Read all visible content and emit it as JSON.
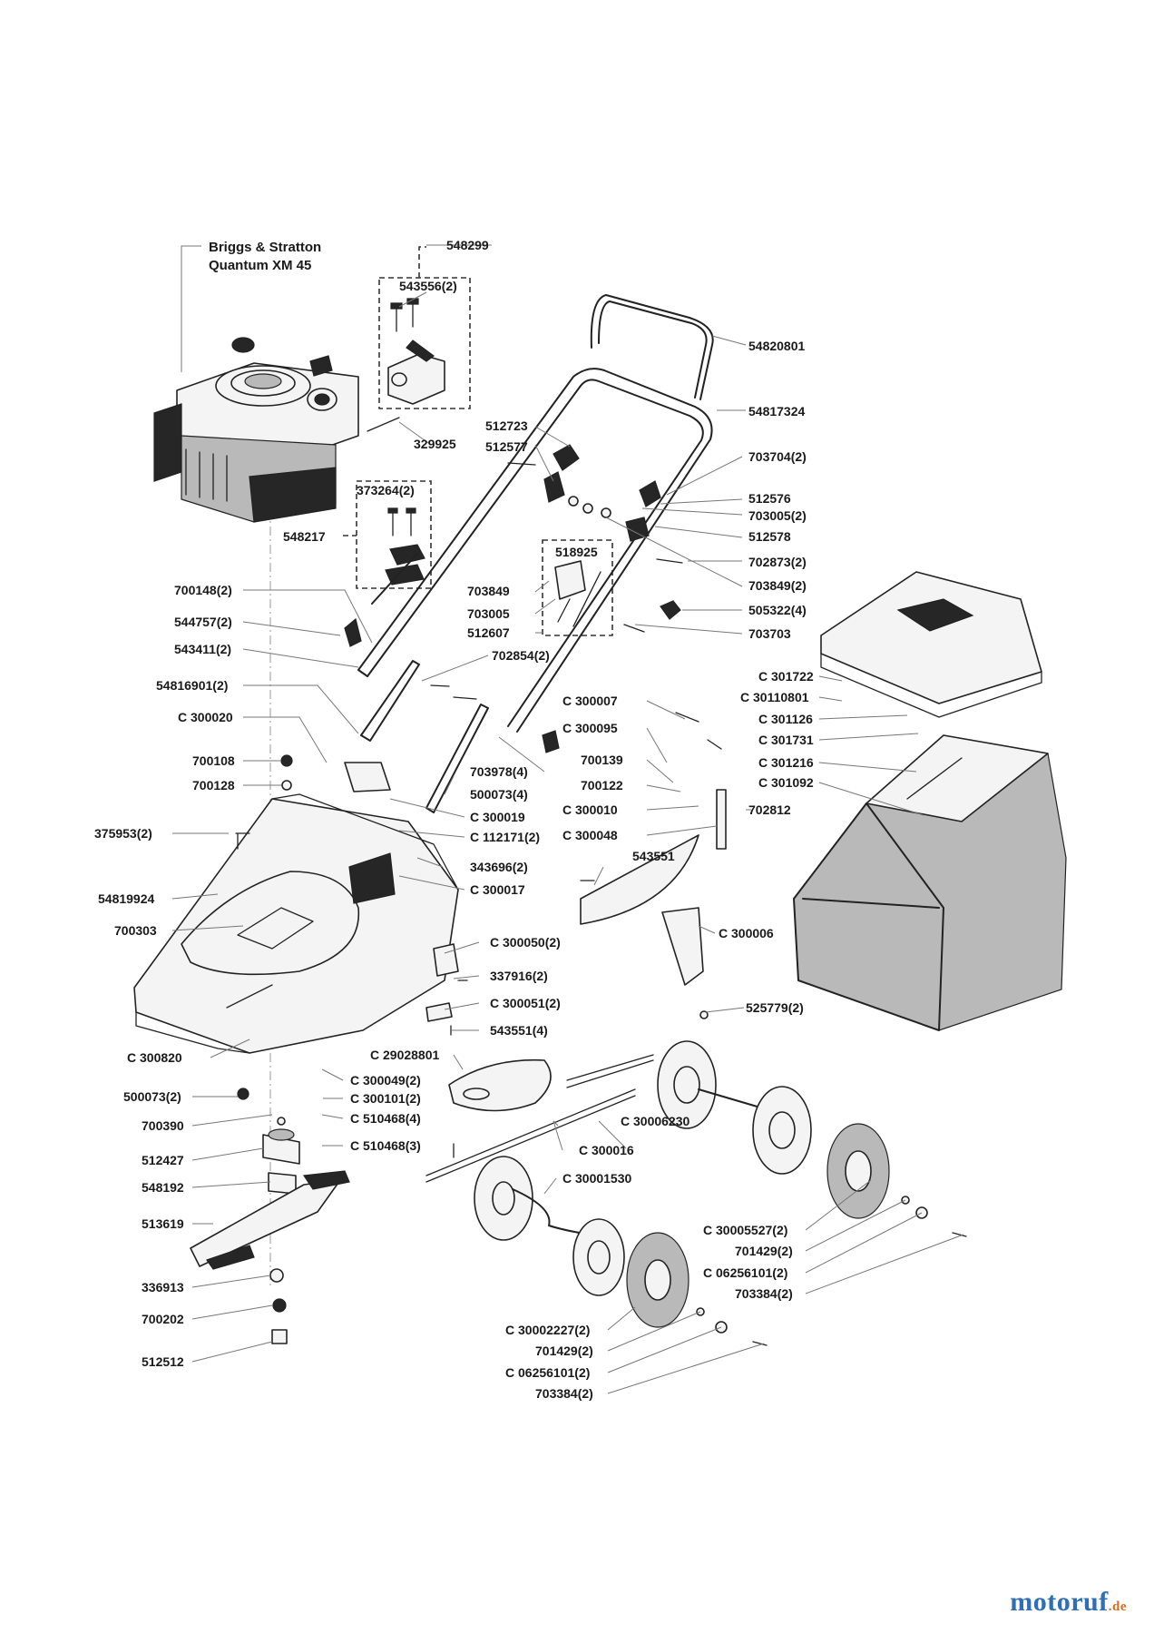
{
  "engine": {
    "line1": "Briggs & Stratton",
    "line2": "Quantum XM 45"
  },
  "watermark": {
    "main": "motoruf",
    "suffix": ".de"
  },
  "labels": [
    "548299",
    "543556(2)",
    "54820801",
    "54817324",
    "329925",
    "512723",
    "512577",
    "703704(2)",
    "373264(2)",
    "512576",
    "703005(2)",
    "512578",
    "548217",
    "518925",
    "702873(2)",
    "703849(2)",
    "703849",
    "703005",
    "512607",
    "505322(4)",
    "703703",
    "700148(2)",
    "544757(2)",
    "543411(2)",
    "702854(2)",
    "54816901(2)",
    "C 300020",
    "700108",
    "700128",
    "703978(4)",
    "500073(4)",
    "C 300019",
    "C 112171(2)",
    "375953(2)",
    "343696(2)",
    "C 300017",
    "54819924",
    "700303",
    "C 300007",
    "C 300095",
    "700139",
    "700122",
    "C 300010",
    "C 300048",
    "C 301722",
    "C 30110801",
    "C 301126",
    "C 301731",
    "C 301216",
    "C 301092",
    "702812",
    "543551",
    "C 300006",
    "C 300050(2)",
    "337916(2)",
    "C 300051(2)",
    "543551(4)",
    "525779(2)",
    "C 300820",
    "C 29028801",
    "C 300049(2)",
    "500073(2)",
    "C 300101(2)",
    "700390",
    "C 510468(4)",
    "C 510468(3)",
    "C 300016",
    "C 30006230",
    "512427",
    "548192",
    "C 30001530",
    "513619",
    "C 30005527(2)",
    "701429(2)",
    "C 06256101(2)",
    "336913",
    "703384(2)",
    "700202",
    "C 30002227(2)",
    "701429(2)",
    "512512",
    "C 06256101(2)",
    "703384(2)"
  ]
}
